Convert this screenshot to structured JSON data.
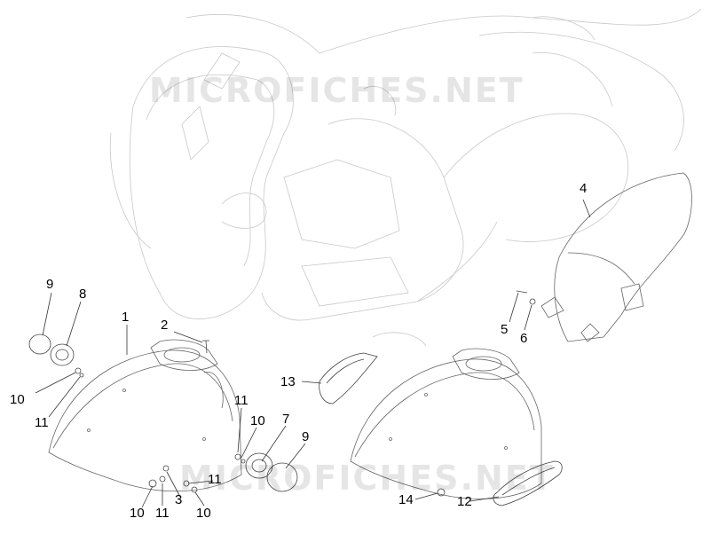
{
  "watermark": "MICROFICHES.NET",
  "callouts": {
    "c1": "1",
    "c2": "2",
    "c3": "3",
    "c4": "4",
    "c5": "5",
    "c6": "6",
    "c7": "7",
    "c8": "8",
    "c9a": "9",
    "c9b": "9",
    "c10a": "10",
    "c10b": "10",
    "c10c": "10",
    "c10d": "10",
    "c11a": "11",
    "c11b": "11",
    "c11c": "11",
    "c11d": "11",
    "c12": "12",
    "c13": "13",
    "c14": "14"
  }
}
